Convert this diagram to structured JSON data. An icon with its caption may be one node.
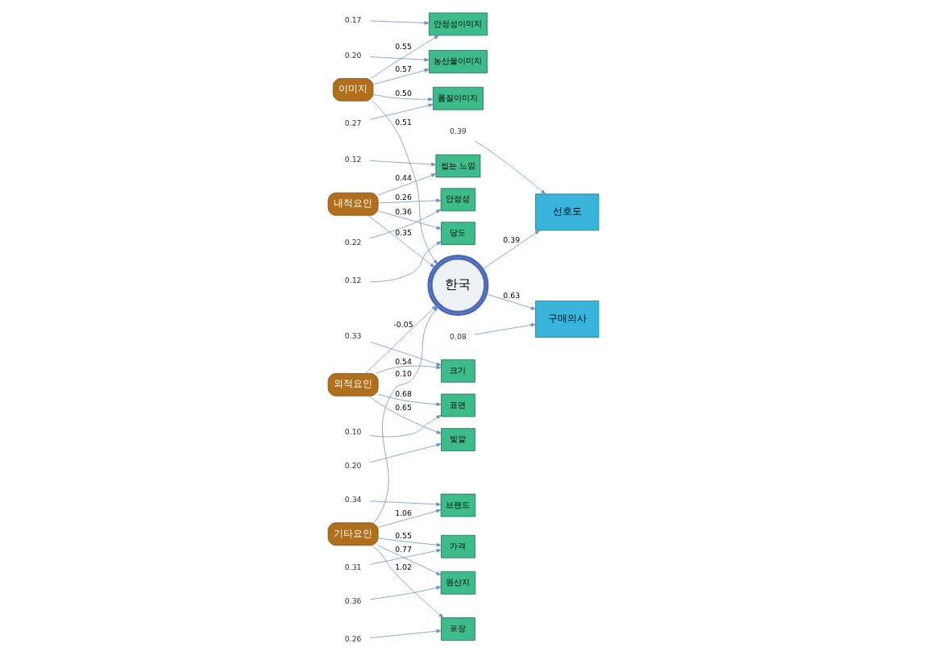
{
  "diagram": {
    "nodes": [
      {
        "text": [
          "0.17"
        ]
      },
      {
        "text": [
          "안정성이미지"
        ]
      },
      {
        "text": [
          "0.20"
        ]
      },
      {
        "text": [
          "농산물이미지"
        ]
      },
      {
        "text": [
          "0.27"
        ]
      },
      {
        "text": [
          "품질이미지"
        ]
      },
      {
        "text": [
          "이미지"
        ]
      },
      {
        "text": [
          "0.12"
        ]
      },
      {
        "text": [
          "씹는 느낌"
        ]
      },
      {
        "text": [
          "0.22"
        ]
      },
      {
        "text": [
          "안정성"
        ]
      },
      {
        "text": [
          "0.12"
        ]
      },
      {
        "text": [
          "당도"
        ]
      },
      {
        "text": [
          "내적요인"
        ]
      },
      {
        "text": [
          "선호도"
        ]
      },
      {
        "text": [
          "0.39"
        ]
      },
      {
        "text": [
          "한국"
        ]
      },
      {
        "text": [
          "구매의사"
        ]
      },
      {
        "text": [
          "0.08"
        ]
      },
      {
        "text": [
          "0.33"
        ]
      },
      {
        "text": [
          "크기"
        ]
      },
      {
        "text": [
          "0.10"
        ]
      },
      {
        "text": [
          "표면"
        ]
      },
      {
        "text": [
          "0.20"
        ]
      },
      {
        "text": [
          "빛깔"
        ]
      },
      {
        "text": [
          "외적요인"
        ]
      },
      {
        "text": [
          "기타요인"
        ]
      },
      {
        "text": [
          "0.34"
        ]
      },
      {
        "text": [
          "브랜드"
        ]
      },
      {
        "text": [
          "0.26"
        ]
      },
      {
        "text": [
          "포장"
        ]
      },
      {
        "text": [
          "0.31"
        ]
      },
      {
        "text": [
          "가격"
        ]
      },
      {
        "text": [
          "0.36"
        ]
      },
      {
        "text": [
          "원산지"
        ]
      }
    ],
    "edges": [
      {
        "from": 0,
        "to": 1,
        "arrow": "to"
      },
      {
        "from": 2,
        "to": 3,
        "arrow": "to"
      },
      {
        "from": 4,
        "to": 5,
        "arrow": "to"
      },
      {
        "from": 6,
        "to": 1,
        "arrow": "to",
        "label": "0.55"
      },
      {
        "from": 6,
        "to": 3,
        "arrow": "to",
        "label": "0.57"
      },
      {
        "from": 6,
        "to": 5,
        "arrow": "to",
        "label": "0.50"
      },
      {
        "from": 7,
        "to": 8,
        "arrow": "to"
      },
      {
        "from": 9,
        "to": 10,
        "arrow": "to"
      },
      {
        "from": 11,
        "to": 12,
        "arrow": "to"
      },
      {
        "from": 13,
        "to": 8,
        "arrow": "to",
        "label": "0.44"
      },
      {
        "from": 13,
        "to": 10,
        "arrow": "to",
        "label": "0.26"
      },
      {
        "from": 13,
        "to": 12,
        "arrow": "to",
        "label": "0.36"
      },
      {
        "from": 6,
        "to": 16,
        "arrow": "to",
        "label": "0.51"
      },
      {
        "from": 13,
        "to": 16,
        "arrow": "to",
        "label": "0.35"
      },
      {
        "from": 15,
        "to": 14,
        "arrow": "to"
      },
      {
        "from": 18,
        "to": 17,
        "arrow": "to"
      },
      {
        "from": 16,
        "to": 14,
        "arrow": "to",
        "label": "0.39"
      },
      {
        "from": 16,
        "to": 17,
        "arrow": "to",
        "label": "0.63"
      },
      {
        "from": 19,
        "to": 20,
        "arrow": "to"
      },
      {
        "from": 21,
        "to": 22,
        "arrow": "to"
      },
      {
        "from": 23,
        "to": 24,
        "arrow": "to"
      },
      {
        "from": 25,
        "to": 20,
        "arrow": "to",
        "label": "0.54"
      },
      {
        "from": 25,
        "to": 22,
        "arrow": "to",
        "label": "0.68"
      },
      {
        "from": 25,
        "to": 24,
        "arrow": "to",
        "label": "0.65"
      },
      {
        "from": 25,
        "to": 16,
        "arrow": "to",
        "label": "-0.05"
      },
      {
        "from": 26,
        "to": 16,
        "arrow": "to",
        "label": "0.10"
      },
      {
        "from": 26,
        "to": 28,
        "arrow": "to",
        "label": "1.06"
      },
      {
        "from": 26,
        "to": 30,
        "arrow": "to",
        "label": "1.02"
      },
      {
        "from": 26,
        "to": 32,
        "arrow": "to",
        "label": "0.55"
      },
      {
        "from": 26,
        "to": 34,
        "arrow": "to",
        "label": "0.77"
      },
      {
        "from": 27,
        "to": 28,
        "arrow": "to"
      },
      {
        "from": 29,
        "to": 30,
        "arrow": "to"
      },
      {
        "from": 31,
        "to": 32,
        "arrow": "to"
      },
      {
        "from": 33,
        "to": 34,
        "arrow": "to"
      }
    ]
  }
}
